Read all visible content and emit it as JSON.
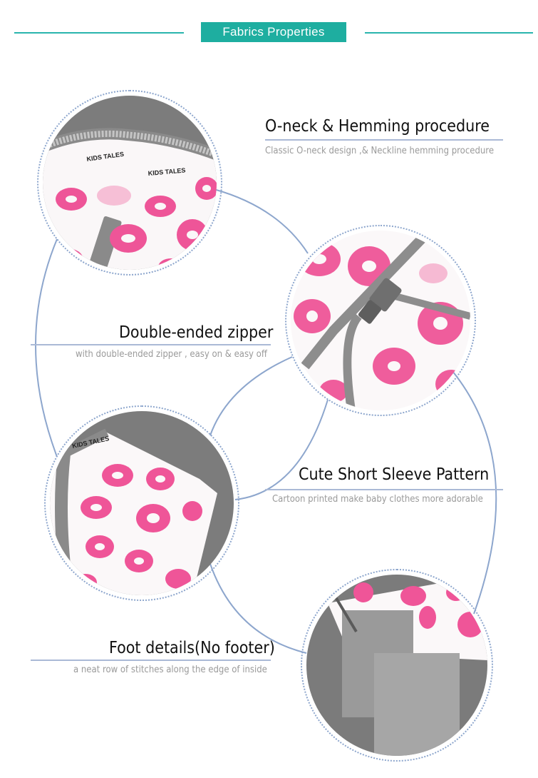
{
  "header": {
    "badge": "Fabrics Properties"
  },
  "features": [
    {
      "title": "O-neck & Hemming procedure",
      "subtitle": "Classic O-neck design ,& Neckline hemming procedure"
    },
    {
      "title": "Double-ended zipper",
      "subtitle": "with double-ended zipper , easy on & easy off"
    },
    {
      "title": "Cute Short Sleeve Pattern",
      "subtitle": "Cartoon printed  make baby clothes  more  adorable"
    },
    {
      "title": "Foot details(No footer)",
      "subtitle": "a neat row of stitches along the edge of inside"
    }
  ],
  "brand_label": "KIDS TALES",
  "colors": {
    "accent": "#1eaea0",
    "connector": "#8da6cd",
    "fabric_pink": "#ee4f93",
    "fabric_gray": "#8c8c8c"
  }
}
